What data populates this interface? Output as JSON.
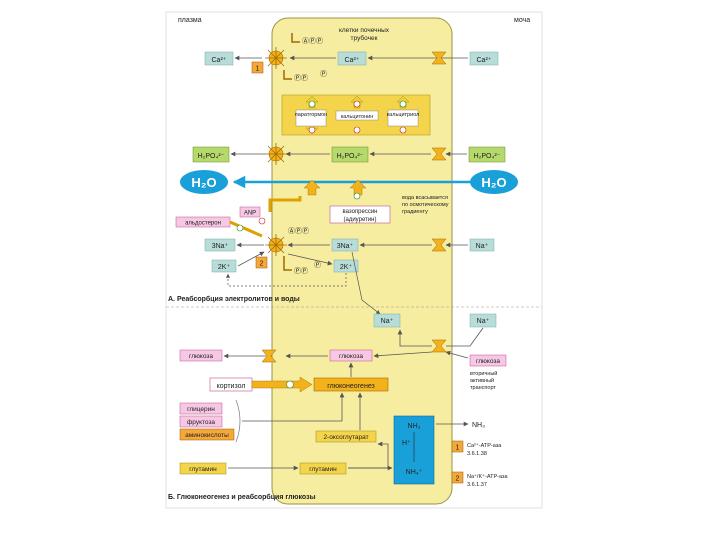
{
  "header": {
    "plasma": "плазма",
    "urine": "моча",
    "cells": [
      "клетки почечных",
      "трубочек"
    ]
  },
  "colors": {
    "cell": "#f6eda0",
    "pump": "#f3b21c",
    "green_box": "#b5d96a",
    "blue": "#1aa0d8",
    "pink_box": "#f6c8e4",
    "orange_box": "#f5a83a",
    "aqua_box": "#b8dcd8"
  },
  "section_a": {
    "ca_plasma": "Ca²⁺",
    "ca_cell": "Ca²⁺",
    "ca_urine": "Ca²⁺",
    "atp_top": "ⒶⓅⓅ",
    "adp_top": "ⓅⓅ",
    "p_top": "Ⓟ",
    "enzyme1": "1",
    "hormones": [
      "паратгормон",
      "кальцитонин",
      "кальцитриол"
    ],
    "h2po4_plasma": "H₂PO₄²⁻",
    "h2po4_cell": "H₂PO₄²⁻",
    "h2po4_urine": "H₂PO₄²⁻",
    "h2o_left": "H₂O",
    "h2o_right": "H₂O",
    "water_note": [
      "вода всасывается",
      "по осмотическому",
      "градиенту"
    ],
    "anp": "ANP",
    "aldosterone": "альдостерон",
    "vasopressin": [
      "вазопрессин",
      "(адиуретин)"
    ],
    "na_plasma": "3Na⁺",
    "na_cell": "3Na⁺",
    "na_urine": "Na⁺",
    "k_plasma": "2K⁺",
    "k_cell": "2K⁺",
    "enzyme2": "2",
    "atp_mid": "ⒶⓅⓅ",
    "adp_mid": "ⓅⓅ",
    "p_mid": "Ⓟ",
    "caption": "А. Реабсорбция электролитов и воды"
  },
  "section_b": {
    "na_cell": "Na⁺",
    "na_urine": "Na⁺",
    "glucose_plasma": "глюкоза",
    "glucose_cell": "глюкоза",
    "glucose_urine": "глюкоза",
    "secondary_transport": [
      "вторичный",
      "активный",
      "транспорт"
    ],
    "cortisol": "кортизол",
    "gluconeogenesis": "глюконеогенез",
    "glycerol": "глицерин",
    "fructose": "фруктоза",
    "amino_acids": "аминокислоты",
    "oxoglutarate": "2-оксоглутарат",
    "nh3_box": "NH₃",
    "h_box": "H⁺",
    "nh4_box": "NH₄⁺",
    "nh3_urine": "NH₃",
    "glutamine_plasma": "глутамин",
    "glutamine_cell": "глутамин",
    "legend1_num": "1",
    "legend1_text": [
      "Ca²⁺-АТР-аза",
      "3.6.1.38"
    ],
    "legend2_num": "2",
    "legend2_text": [
      "Na⁺/K⁺-АТР-аза",
      "3.6.1.37"
    ],
    "caption": "Б. Глюконеогенез и реабсорбция глюкозы"
  }
}
